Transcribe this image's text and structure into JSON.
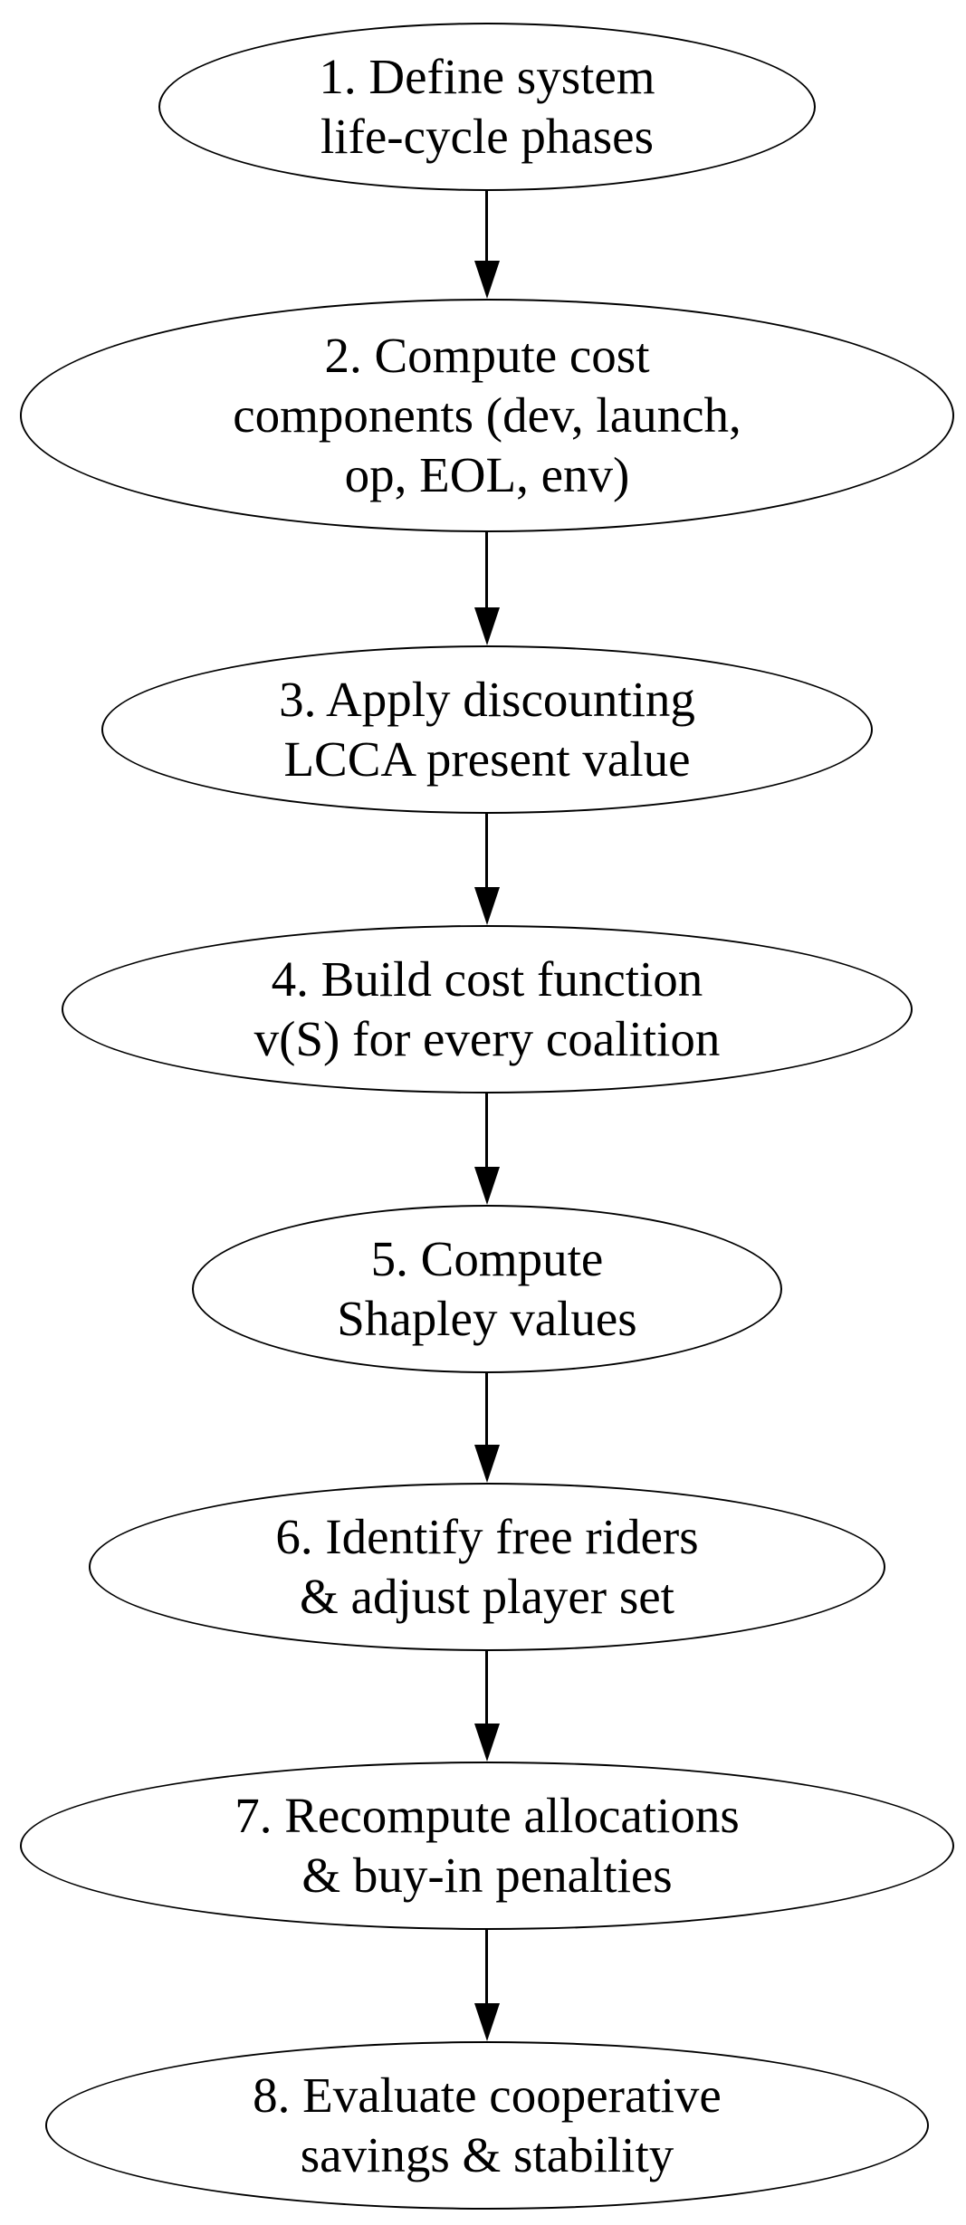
{
  "diagram": {
    "type": "flowchart",
    "direction": "top-down",
    "background_color": "#ffffff",
    "stroke_color": "#000000",
    "text_color": "#000000",
    "node_shape": "ellipse",
    "nodes": [
      {
        "id": "step-1",
        "label": "1. Define system\nlife-cycle phases"
      },
      {
        "id": "step-2",
        "label": "2. Compute cost\ncomponents (dev, launch,\nop, EOL, env)"
      },
      {
        "id": "step-3",
        "label": "3. Apply discounting\nLCCA present value"
      },
      {
        "id": "step-4",
        "label": "4. Build cost function\nv(S) for every coalition"
      },
      {
        "id": "step-5",
        "label": "5. Compute\nShapley values"
      },
      {
        "id": "step-6",
        "label": "6. Identify free riders\n& adjust player set"
      },
      {
        "id": "step-7",
        "label": "7. Recompute allocations\n& buy-in penalties"
      },
      {
        "id": "step-8",
        "label": "8. Evaluate cooperative\nsavings & stability"
      }
    ],
    "edges": [
      {
        "from": "step-1",
        "to": "step-2"
      },
      {
        "from": "step-2",
        "to": "step-3"
      },
      {
        "from": "step-3",
        "to": "step-4"
      },
      {
        "from": "step-4",
        "to": "step-5"
      },
      {
        "from": "step-5",
        "to": "step-6"
      },
      {
        "from": "step-6",
        "to": "step-7"
      },
      {
        "from": "step-7",
        "to": "step-8"
      }
    ]
  }
}
